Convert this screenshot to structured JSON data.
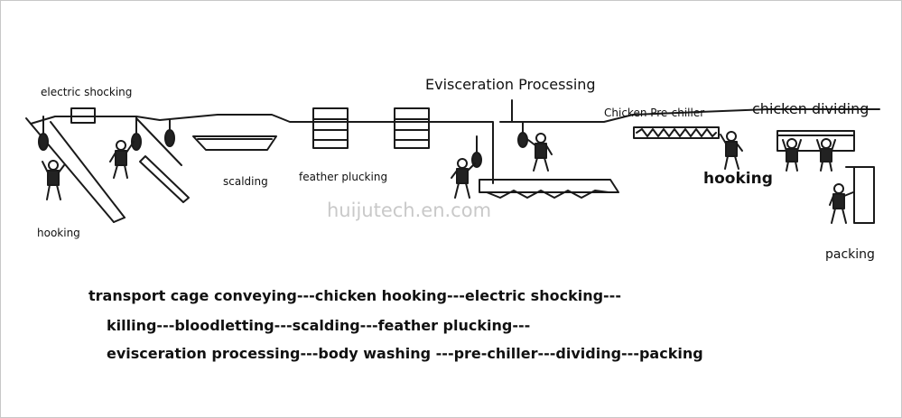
{
  "diagram": {
    "labels": {
      "electric_shocking": "electric shocking",
      "hooking_left": "hooking",
      "scalding": "scalding",
      "feather_plucking": "feather plucking",
      "evisceration": "Evisceration Processing",
      "prechiller": "Chicken Pre-chiller",
      "chicken_dividing": "chicken dividing",
      "hooking_right": "hooking",
      "packing": "packing"
    },
    "watermark": "huijutech.en.com"
  },
  "process_flow": {
    "line1": "transport cage conveying---chicken hooking---electric shocking---",
    "line2": "killing---bloodletting---scalding---feather plucking---",
    "line3": "evisceration processing---body washing ---pre-chiller---dividing---packing"
  },
  "colors": {
    "line": "#1a1a1a",
    "text": "#111111",
    "watermark": "#c9c9c9",
    "frame": "#c8c8c8"
  }
}
